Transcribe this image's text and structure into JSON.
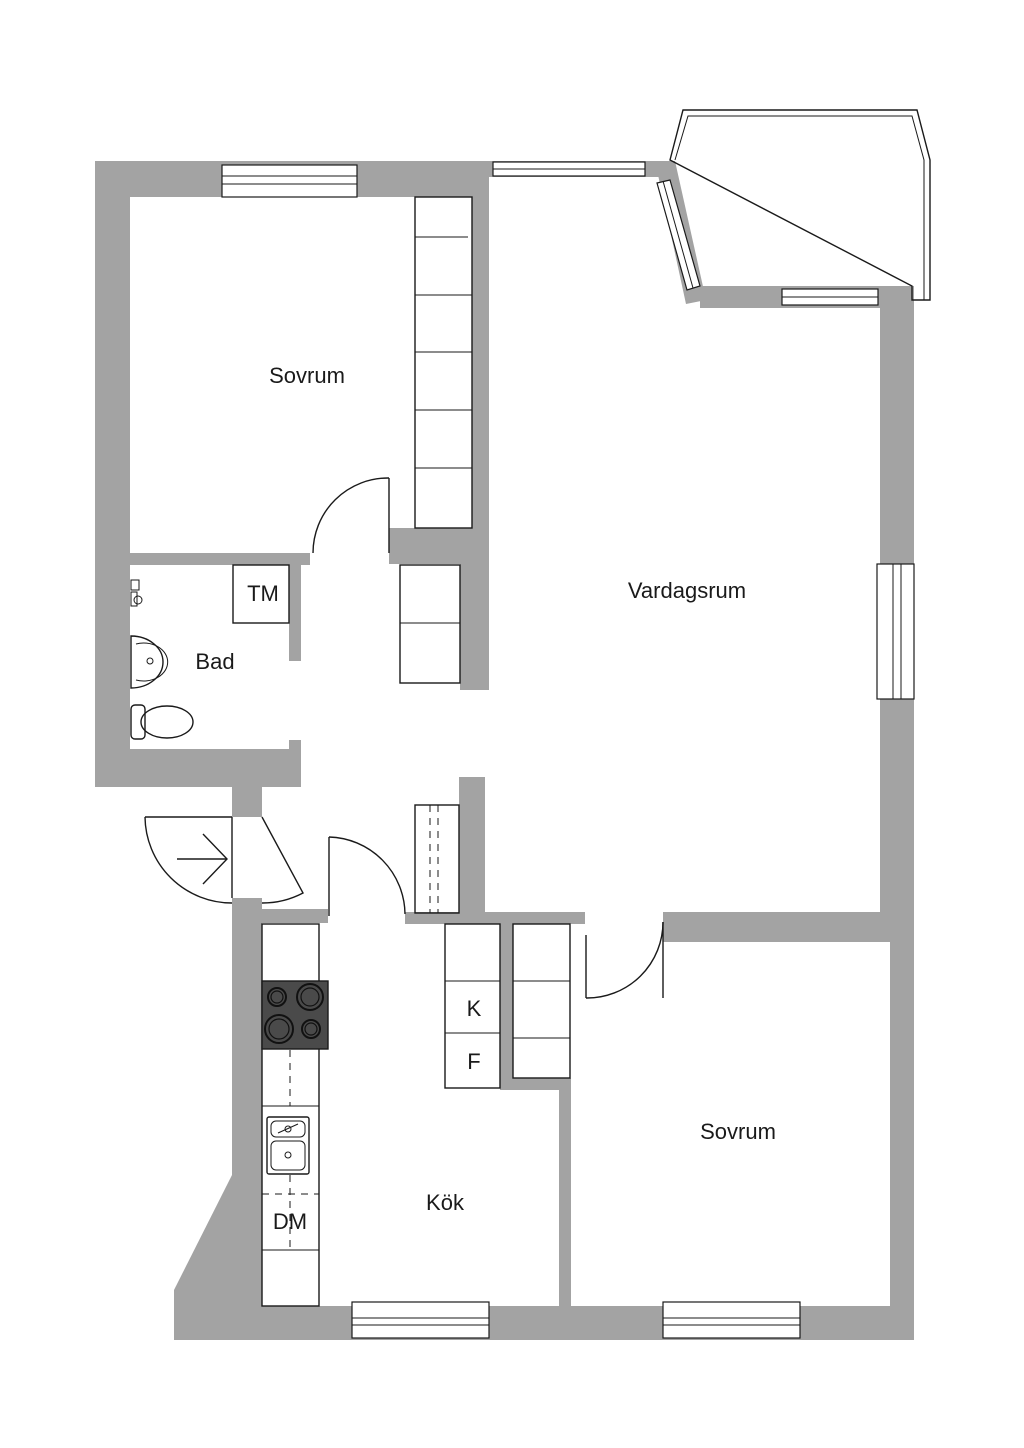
{
  "rooms": {
    "bedroom_top": "Sovrum",
    "living_room": "Vardagsrum",
    "bathroom": "Bad",
    "washer": "TM",
    "fridge": "K",
    "freezer": "F",
    "kitchen": "Kök",
    "dishwasher": "DM",
    "bedroom_bottom": "Sovrum"
  },
  "colors": {
    "wall": "#a3a3a3",
    "line": "#1a1a1a",
    "background": "#ffffff"
  }
}
